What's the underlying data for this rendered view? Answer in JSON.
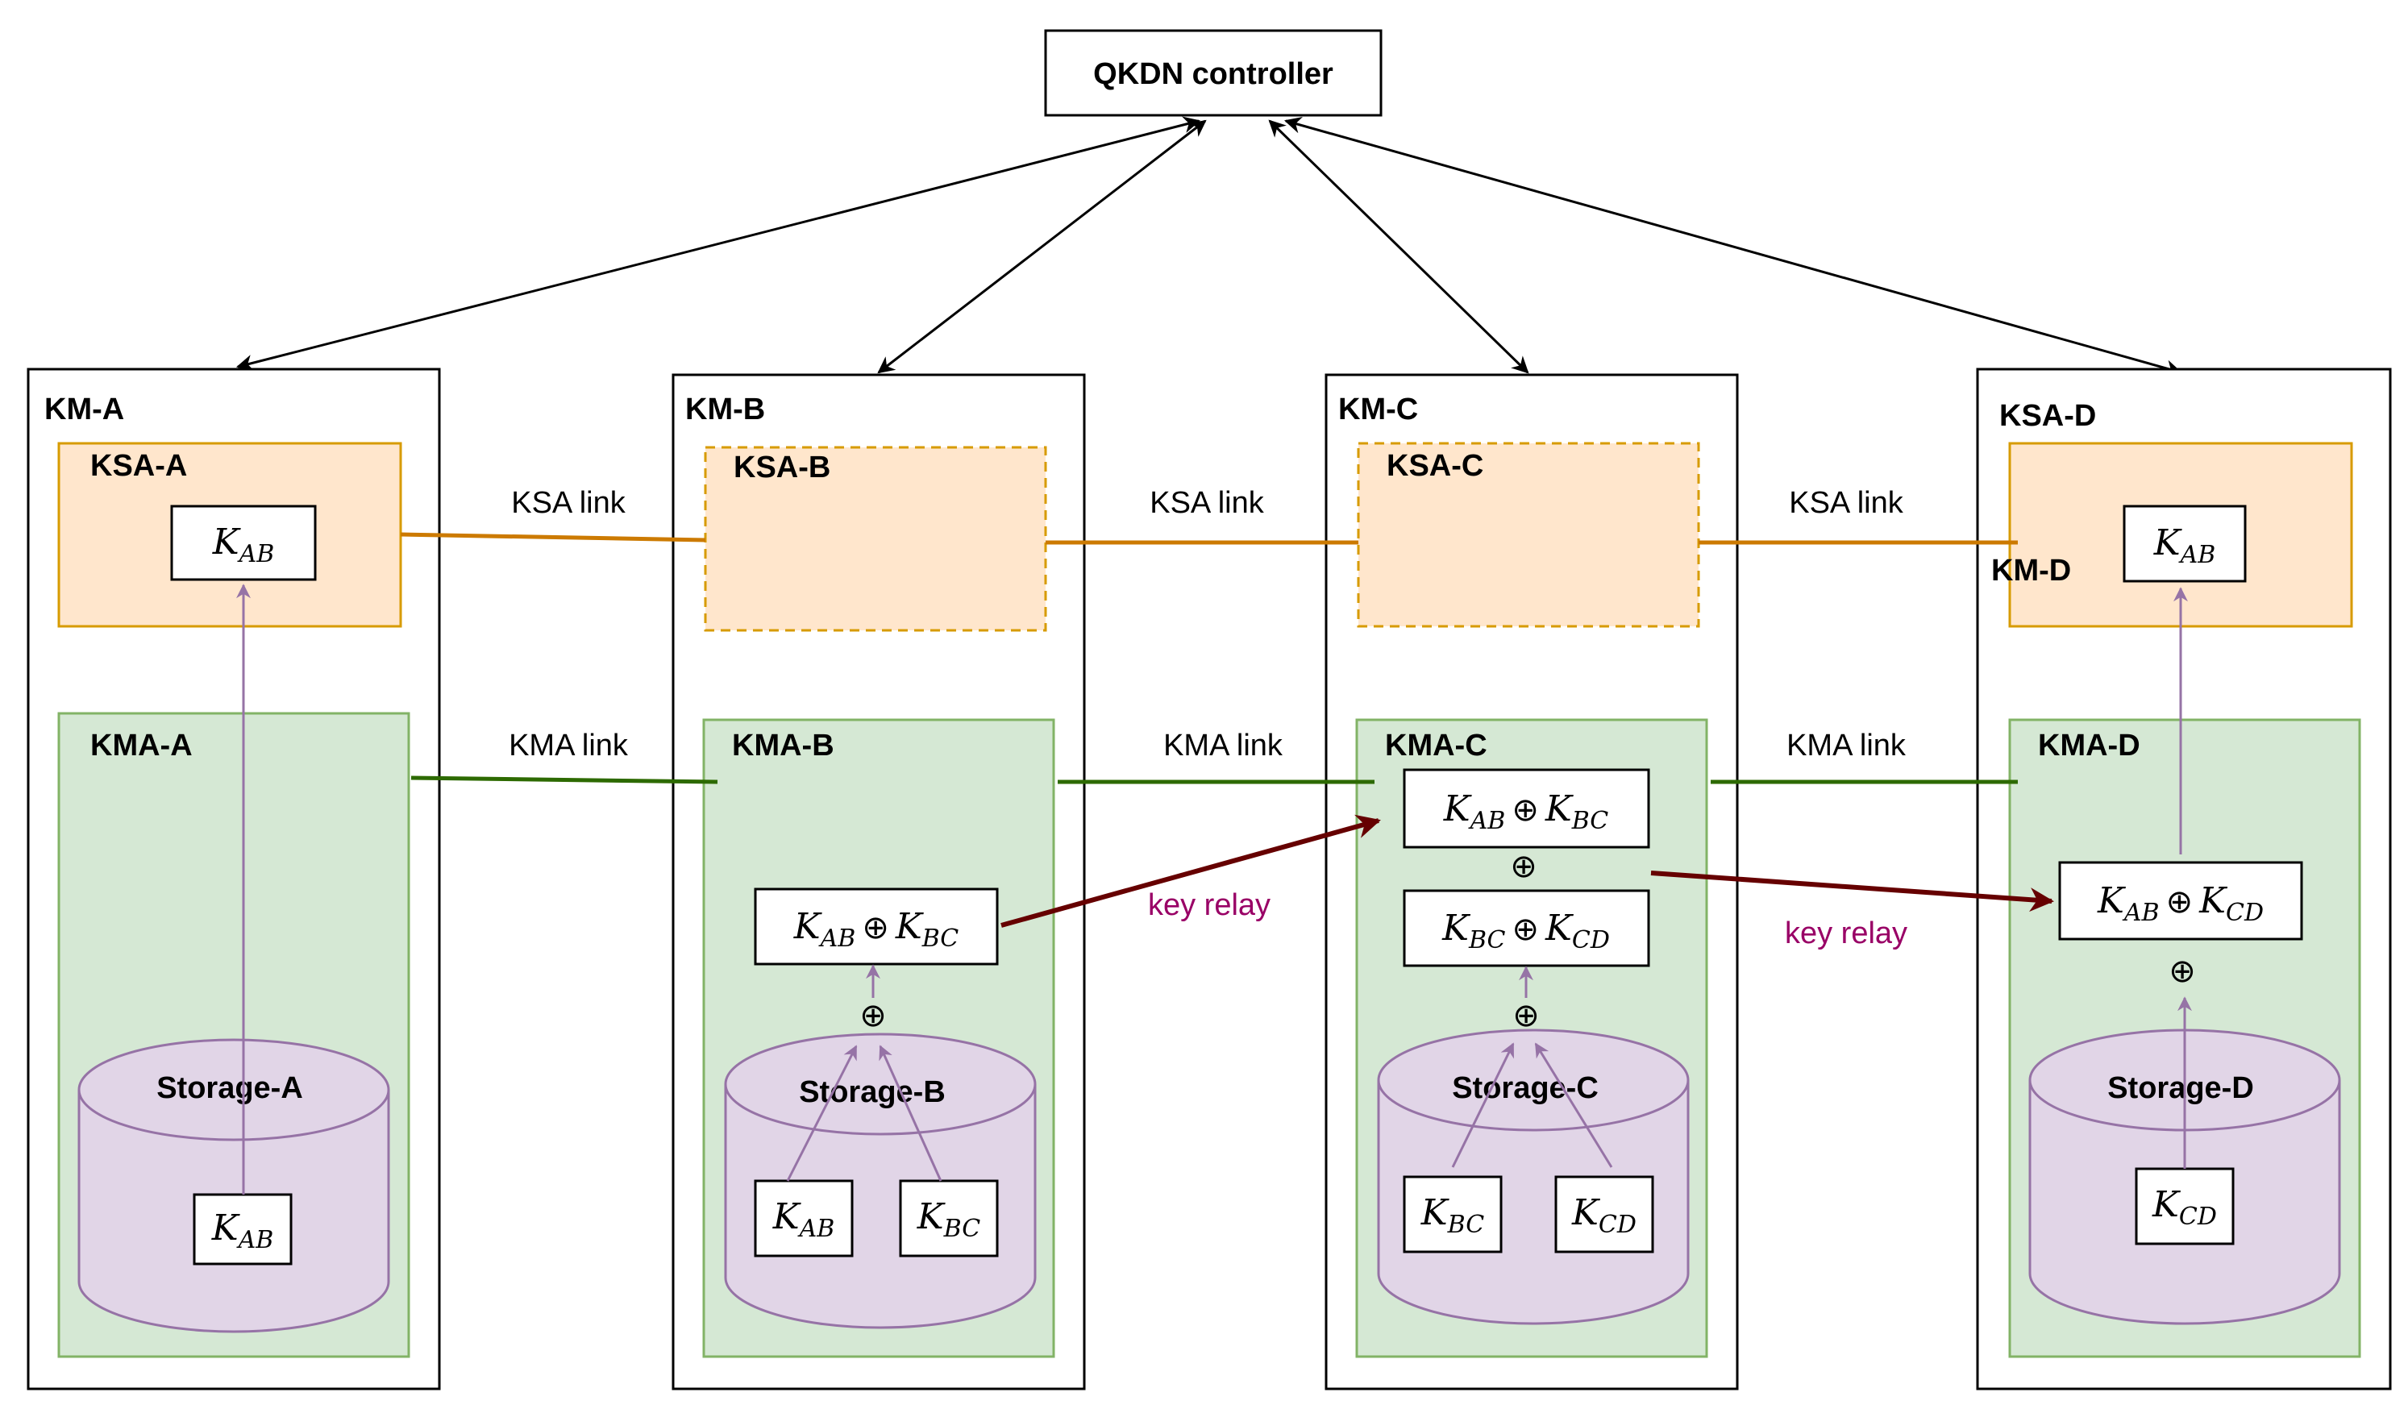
{
  "controller": {
    "label": "QKDN controller"
  },
  "nodes": [
    {
      "km": "KM-A",
      "ksa": "KSA-A",
      "kma": "KMA-A",
      "storage": "Storage-A"
    },
    {
      "km": "KM-B",
      "ksa": "KSA-B",
      "kma": "KMA-B",
      "storage": "Storage-B"
    },
    {
      "km": "KM-C",
      "ksa": "KSA-C",
      "kma": "KMA-C",
      "storage": "Storage-C"
    },
    {
      "km": "KM-D",
      "ksa": "KSA-D",
      "kma": "KMA-D",
      "storage": "Storage-D"
    }
  ],
  "links": {
    "ksa": "KSA link",
    "kma": "KMA link",
    "relay": "key relay"
  },
  "math": {
    "K": "K",
    "xor": "⊕",
    "AB": "AB",
    "BC": "BC",
    "CD": "CD"
  },
  "colors": {
    "ksa_fill": "#ffe6cc",
    "ksa_stroke": "#d79b00",
    "ksa_link": "#cc7a00",
    "kma_fill": "#d5e8d4",
    "kma_stroke": "#82b366",
    "kma_link": "#2d6a00",
    "storage_fill": "#e1d5e7",
    "storage_stroke": "#9673a6",
    "relay": "#660000",
    "relay_text": "#990066"
  }
}
